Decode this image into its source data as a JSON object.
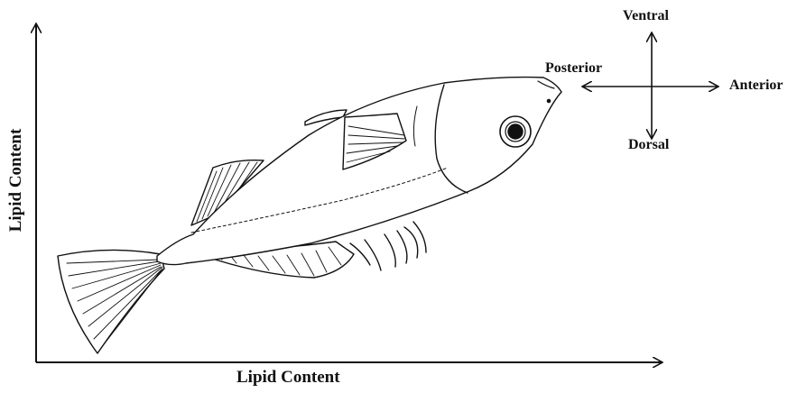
{
  "figure": {
    "x_axis_label": "Lipid Content",
    "y_axis_label": "Lipid Content",
    "orientation": {
      "ventral": "Ventral",
      "dorsal": "Dorsal",
      "posterior": "Posterior",
      "anterior": "Anterior"
    }
  },
  "colors": {
    "ink": "#111111",
    "background": "#ffffff"
  }
}
